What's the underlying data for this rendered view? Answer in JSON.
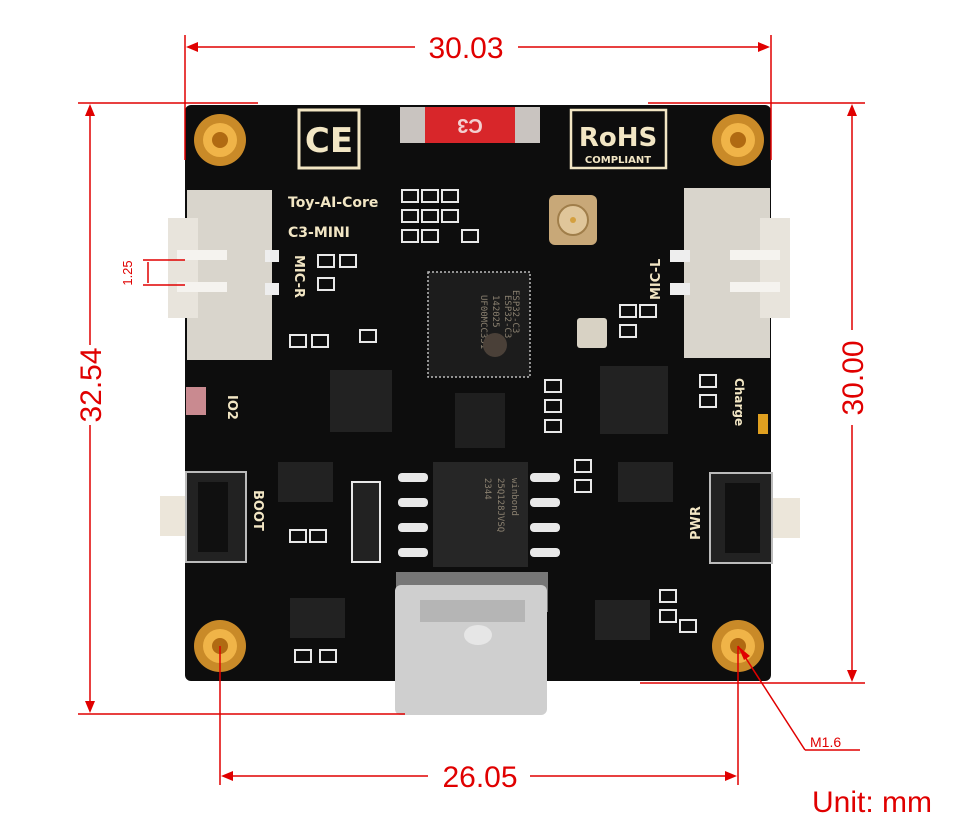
{
  "dimensions": {
    "top_width": "30.03",
    "left_height": "32.54",
    "right_height": "30.00",
    "hole_spacing": "26.05",
    "connector_pitch": "1.25",
    "hole_size": "M1.6",
    "unit": "Unit: mm"
  },
  "board": {
    "ce_mark": "CE",
    "rohs_title": "RoHS",
    "rohs_sub": "COMPLIANT",
    "red_label": "C3",
    "name_line1": "Toy-AI-Core",
    "name_line2": "C3-MINI",
    "mic_right": "MIC-R",
    "mic_left": "MIC-L",
    "io2": "IO2",
    "charge": "Charge",
    "boot": "BOOT",
    "pwr": "PWR",
    "mcu_lines": [
      "ESP32-C3",
      "142025",
      "UF00MCC351"
    ],
    "flash_lines": [
      "winbond",
      "25Q128JVSQ",
      "2344"
    ]
  },
  "colors": {
    "dimension": "#e00000",
    "board": "#0d0d0d",
    "silkscreen": "#f2e6c4",
    "gold": "#d9a030"
  }
}
